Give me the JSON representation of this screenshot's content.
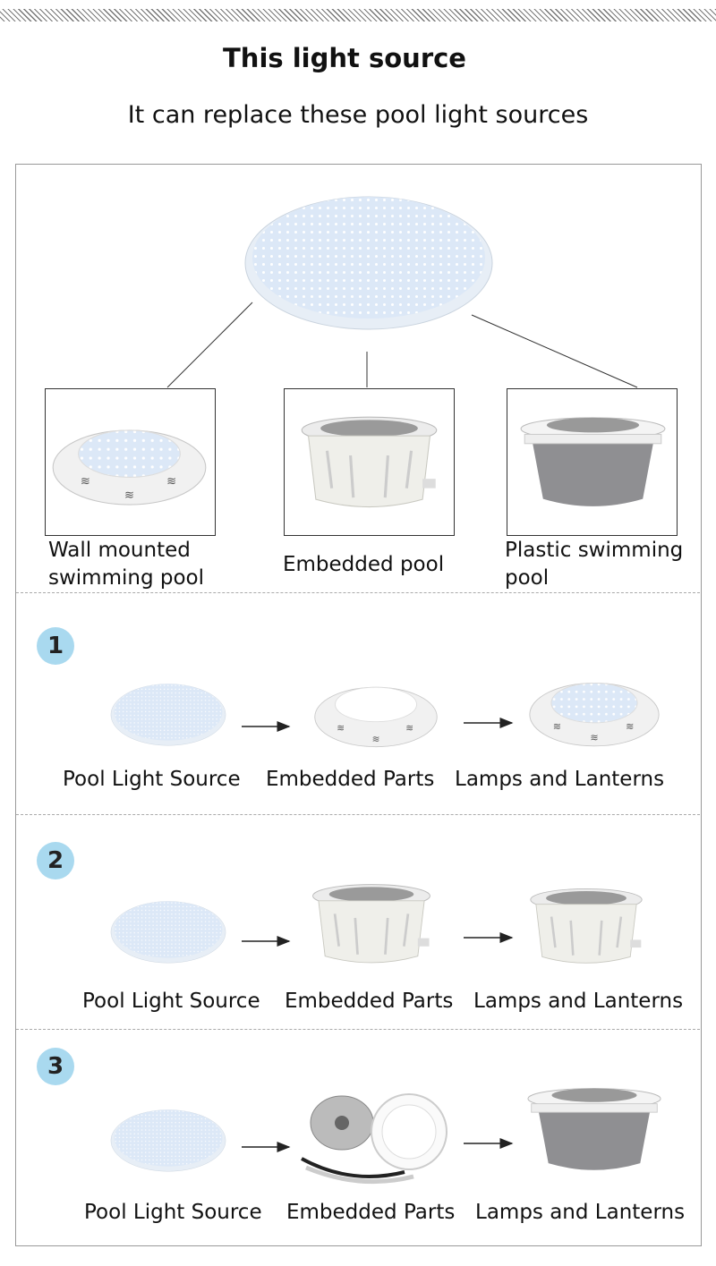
{
  "header": {
    "title": "This light source",
    "subtitle": "It can replace these pool light sources"
  },
  "types": [
    {
      "label": "Wall mounted swimming pool"
    },
    {
      "label": "Embedded pool"
    },
    {
      "label": "Plastic swimming pool"
    }
  ],
  "steps": [
    {
      "number": "1",
      "labels": [
        "Pool Light Source",
        "Embedded Parts",
        "Lamps and Lanterns"
      ]
    },
    {
      "number": "2",
      "labels": [
        "Pool Light Source",
        "Embedded Parts",
        "Lamps and Lanterns"
      ]
    },
    {
      "number": "3",
      "labels": [
        "Pool Light Source",
        "Embedded Parts",
        "Lamps and Lanterns"
      ]
    }
  ],
  "colors": {
    "badge": "#a9d9ef",
    "light": "#dfe9f7"
  }
}
